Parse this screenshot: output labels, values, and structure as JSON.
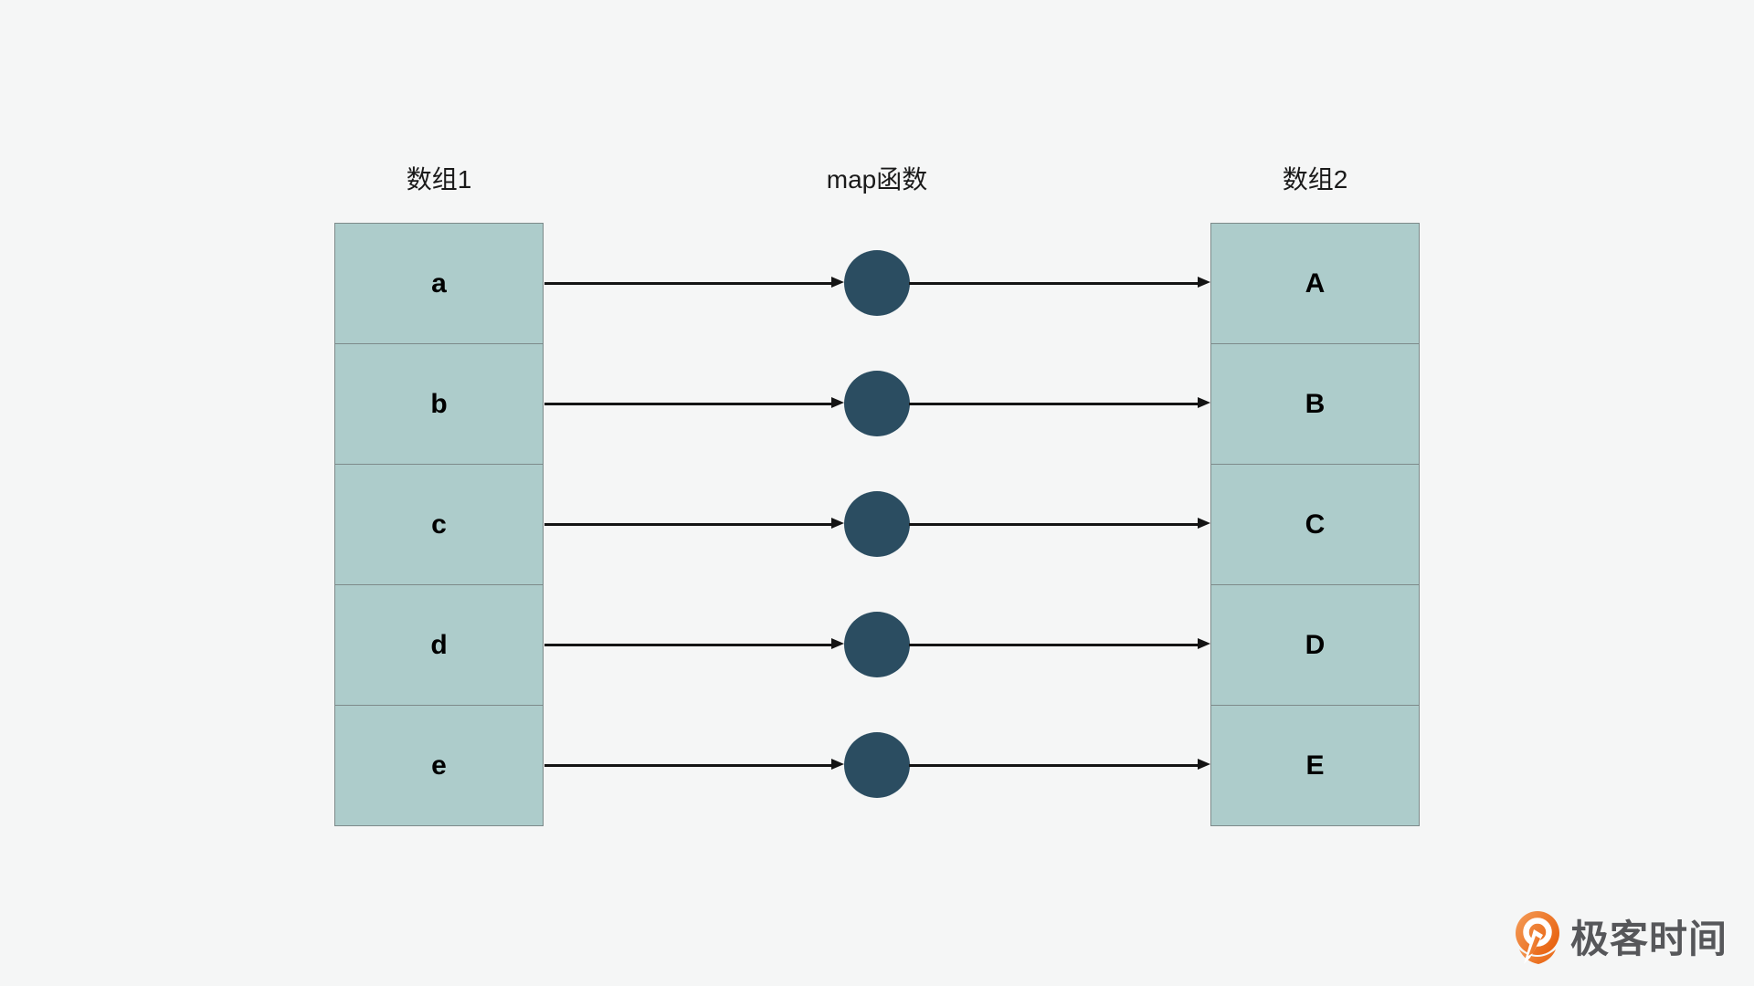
{
  "diagram": {
    "left_column": {
      "title": "数组1",
      "cells": [
        "a",
        "b",
        "c",
        "d",
        "e"
      ]
    },
    "middle": {
      "title": "map函数",
      "node_count": 5
    },
    "right_column": {
      "title": "数组2",
      "cells": [
        "A",
        "B",
        "C",
        "D",
        "E"
      ]
    },
    "mappings": [
      {
        "from": "a",
        "to": "A"
      },
      {
        "from": "b",
        "to": "B"
      },
      {
        "from": "c",
        "to": "C"
      },
      {
        "from": "d",
        "to": "D"
      },
      {
        "from": "e",
        "to": "E"
      }
    ]
  },
  "logo": {
    "text": "极客时间"
  },
  "colors": {
    "background": "#f5f6f6",
    "cell_fill": "#adcccb",
    "cell_border": "#7d8a8a",
    "circle": "#2b4d61",
    "arrow": "#141414",
    "text": "#1a1a1a",
    "logo_text": "#56575a",
    "logo_orange_light": "#f49d5a",
    "logo_orange_dark": "#e8620f"
  }
}
